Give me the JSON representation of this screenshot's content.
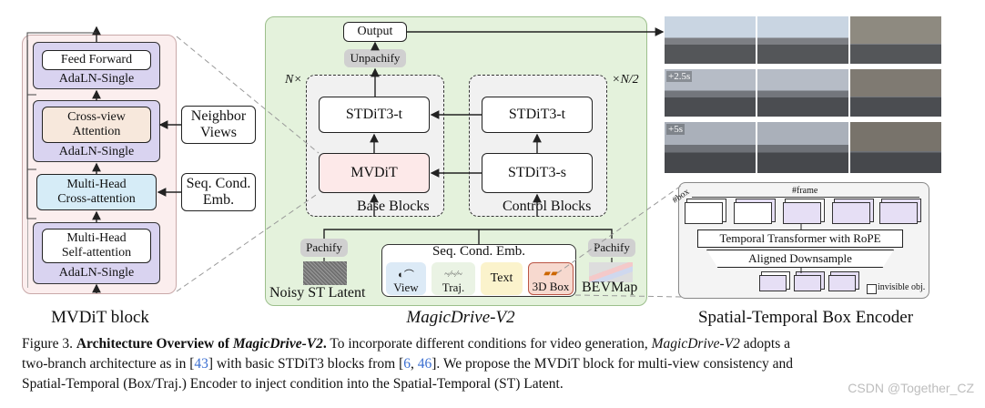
{
  "mvdit": {
    "panel_label": "MVDiT block",
    "feed_forward": "Feed Forward",
    "adaln_1": "AdaLN-Single",
    "cross_view_1": "Cross-view",
    "cross_view_2": "Attention",
    "adaln_2": "AdaLN-Single",
    "mh_cross_1": "Multi-Head",
    "mh_cross_2": "Cross-attention",
    "mh_self_1": "Multi-Head",
    "mh_self_2": "Self-attention",
    "adaln_3": "AdaLN-Single",
    "neighbor_1": "Neighbor",
    "neighbor_2": "Views",
    "seq_cond_1": "Seq. Cond.",
    "seq_cond_2": "Emb."
  },
  "magicdrive": {
    "panel_label": "MagicDrive-V2",
    "output": "Output",
    "unpachify": "Unpachify",
    "n_times": "N×",
    "n_half": "×N/2",
    "stdit3_t_base": "STDiT3-t",
    "mvdit": "MVDiT",
    "stdit3_t_ctrl": "STDiT3-t",
    "stdit3_s_ctrl": "STDiT3-s",
    "base_blocks": "Base Blocks",
    "control_blocks": "Control Blocks",
    "pachify_left": "Pachify",
    "pachify_right": "Pachify",
    "noisy_latent": "Noisy ST Latent",
    "seq_cond_emb": "Seq. Cond. Emb.",
    "view": "View",
    "traj": "Traj.",
    "text": "Text",
    "box3d": "3D Box",
    "bevmap": "BEVMap"
  },
  "frames": {
    "label_2_5s": "+2.5s",
    "label_5s": "+5s"
  },
  "box_encoder": {
    "panel_label": "Spatial-Temporal Box Encoder",
    "box_label": "#box",
    "frame_label": "#frame",
    "temporal_transformer": "Temporal Transformer with RoPE",
    "aligned_downsample": "Aligned Downsample",
    "invisible": "invisible obj."
  },
  "caption": {
    "fig": "Figure 3.",
    "bold_title_1": "Architecture Overview of",
    "bold_title_2": "MagicDrive-V2",
    "bold_end": ".",
    "line1_a": " To incorporate different conditions for video generation,",
    "line1_italic": "MagicDrive-V2",
    "line1_b": " adopts a",
    "line2_a": "two-branch architecture as in [",
    "ref_43": "43",
    "line2_b": "] with basic STDiT3 blocks from [",
    "ref_6": "6",
    "ref_sep": ", ",
    "ref_46": "46",
    "line2_c": "]. We propose the MVDiT block for multi-view consistency and",
    "line3": "Spatial-Temporal (Box/Traj.) Encoder to inject condition into the Spatial-Temporal (ST) Latent."
  },
  "watermark": "CSDN @Together_CZ",
  "colors": {
    "mvdit_panel_bg": "#fbeeee",
    "adaln_purple": "#d9d3f0",
    "cross_view_bg": "#f7e8dc",
    "mh_cross_bg": "#d6ecf7",
    "magicdrive_bg": "#e4f2dc",
    "dashed_bg": "#f1f1f1",
    "pachify_bg": "#d0d0d0",
    "mvdit_box_bg": "#fde9e9",
    "view_bg": "#dceaf6",
    "traj_bg": "#eaf3e4",
    "text_bg": "#fbf3cc",
    "box3d_bg": "#f7d9cf",
    "link_blue": "#3b6fd1"
  }
}
